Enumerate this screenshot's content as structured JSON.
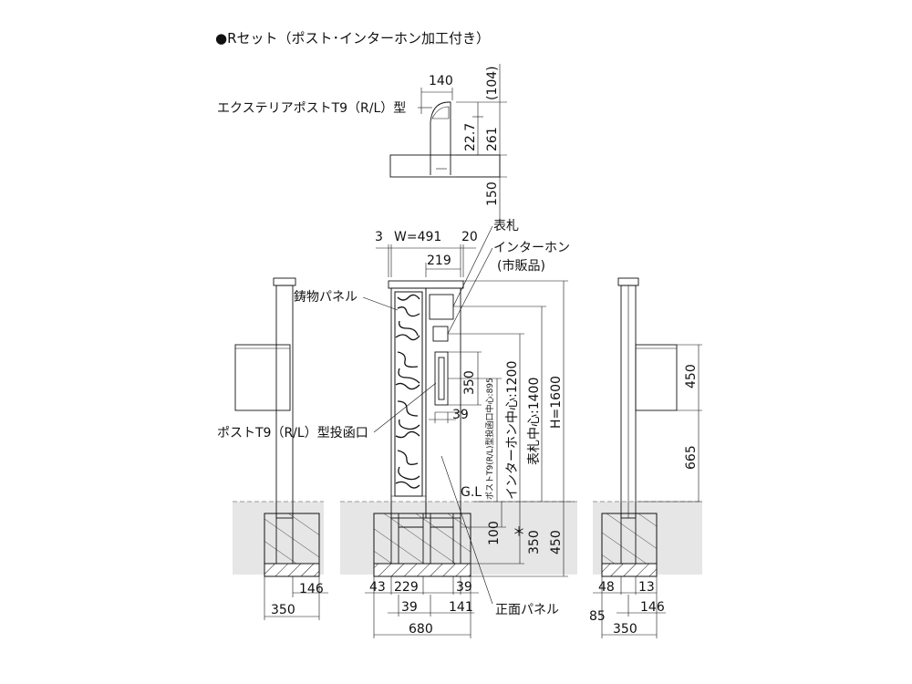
{
  "title": "●Rセット（ポスト･インターホン加工付き）",
  "labels": {
    "post_model": "エクステリアポストT9（R/L）型",
    "nameplate": "表札",
    "intercom": "インターホン",
    "intercom_sub": "(市販品)",
    "cast_panel": "鋳物パネル",
    "post_slot": "ポストT9（R/L）型投函口",
    "front_panel": "正面パネル",
    "ground_level": "G.L",
    "slot_center": "ポストT9(R/L)型投函口中心:895",
    "intercom_center": "インターホン中心:1200",
    "nameplate_center": "表札中心:1400",
    "height": "H=1600",
    "asterisk": "＊"
  },
  "dims": {
    "top_140": "140",
    "top_104": "(104)",
    "top_22_7": "22.7",
    "top_261": "261",
    "top_150": "150",
    "d_3": "3",
    "w_491": "W=491",
    "d_20": "20",
    "d_219": "219",
    "d_350_slot": "350",
    "d_39_slot": "39",
    "d_100": "100",
    "d_350_found": "350",
    "d_450_found": "450",
    "left_146": "146",
    "left_350": "350",
    "mid_43": "43",
    "mid_229": "229",
    "mid_39a": "39",
    "mid_39b": "39",
    "mid_141": "141",
    "mid_680": "680",
    "right_450": "450",
    "right_665": "665",
    "right_48": "48",
    "right_13": "13",
    "right_85": "85",
    "right_146": "146",
    "right_350": "350"
  }
}
